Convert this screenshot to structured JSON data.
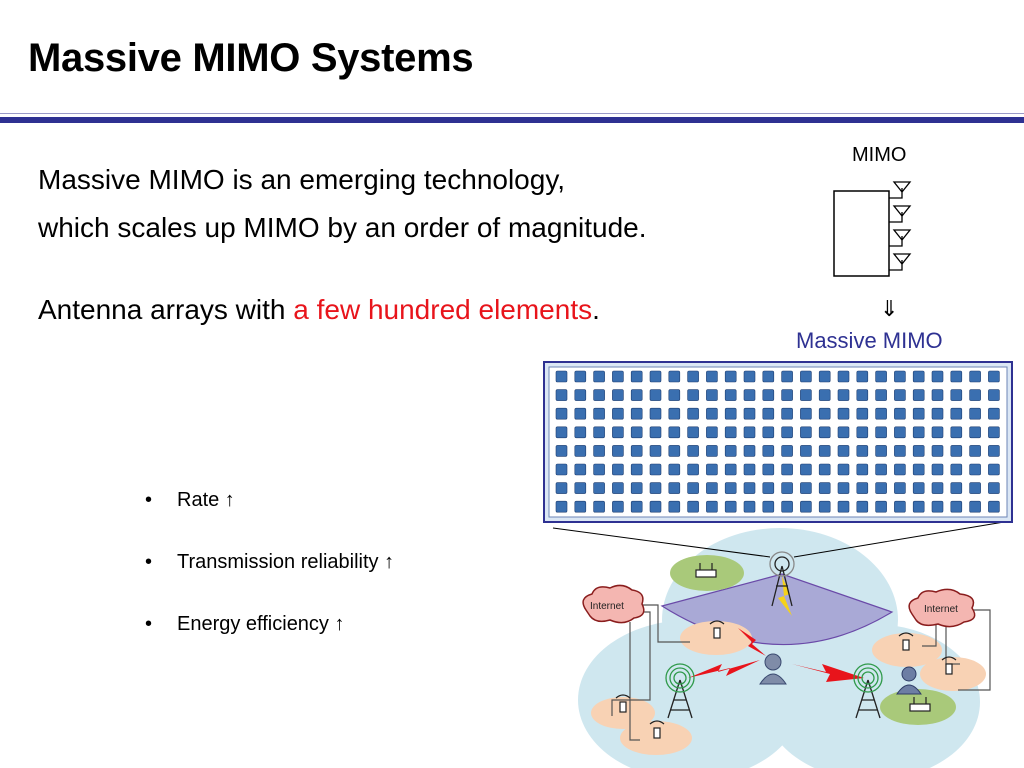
{
  "slide": {
    "title": "Massive MIMO Systems",
    "intro_line1": "Massive MIMO is an emerging technology,",
    "intro_line2": "which scales up MIMO by an order of magnitude.",
    "antenna_prefix": "Antenna arrays with ",
    "antenna_highlight": "a few hundred elements",
    "antenna_suffix": ".",
    "bullets": [
      {
        "marker": "•",
        "text": "Rate ↑"
      },
      {
        "marker": "•",
        "text": "Transmission reliability ↑"
      },
      {
        "marker": "•",
        "text": "Energy efficiency ↑"
      }
    ]
  },
  "diagram": {
    "mimo_label": "MIMO",
    "arrow": "⇓",
    "massive_label": "Massive MIMO",
    "array_rows": 8,
    "array_cols": 24,
    "internet_left": "Internet",
    "internet_right": "Internet",
    "colors": {
      "accent": "#2e3192",
      "highlight": "#e8141b",
      "array_element": "#3a6fb0",
      "coverage": "#cfe7ef",
      "sector": "#a9a9d6",
      "cloud": "#f4b6b1",
      "ellipse_orange": "#f8d2b4",
      "ellipse_green": "#a9c97a"
    }
  }
}
